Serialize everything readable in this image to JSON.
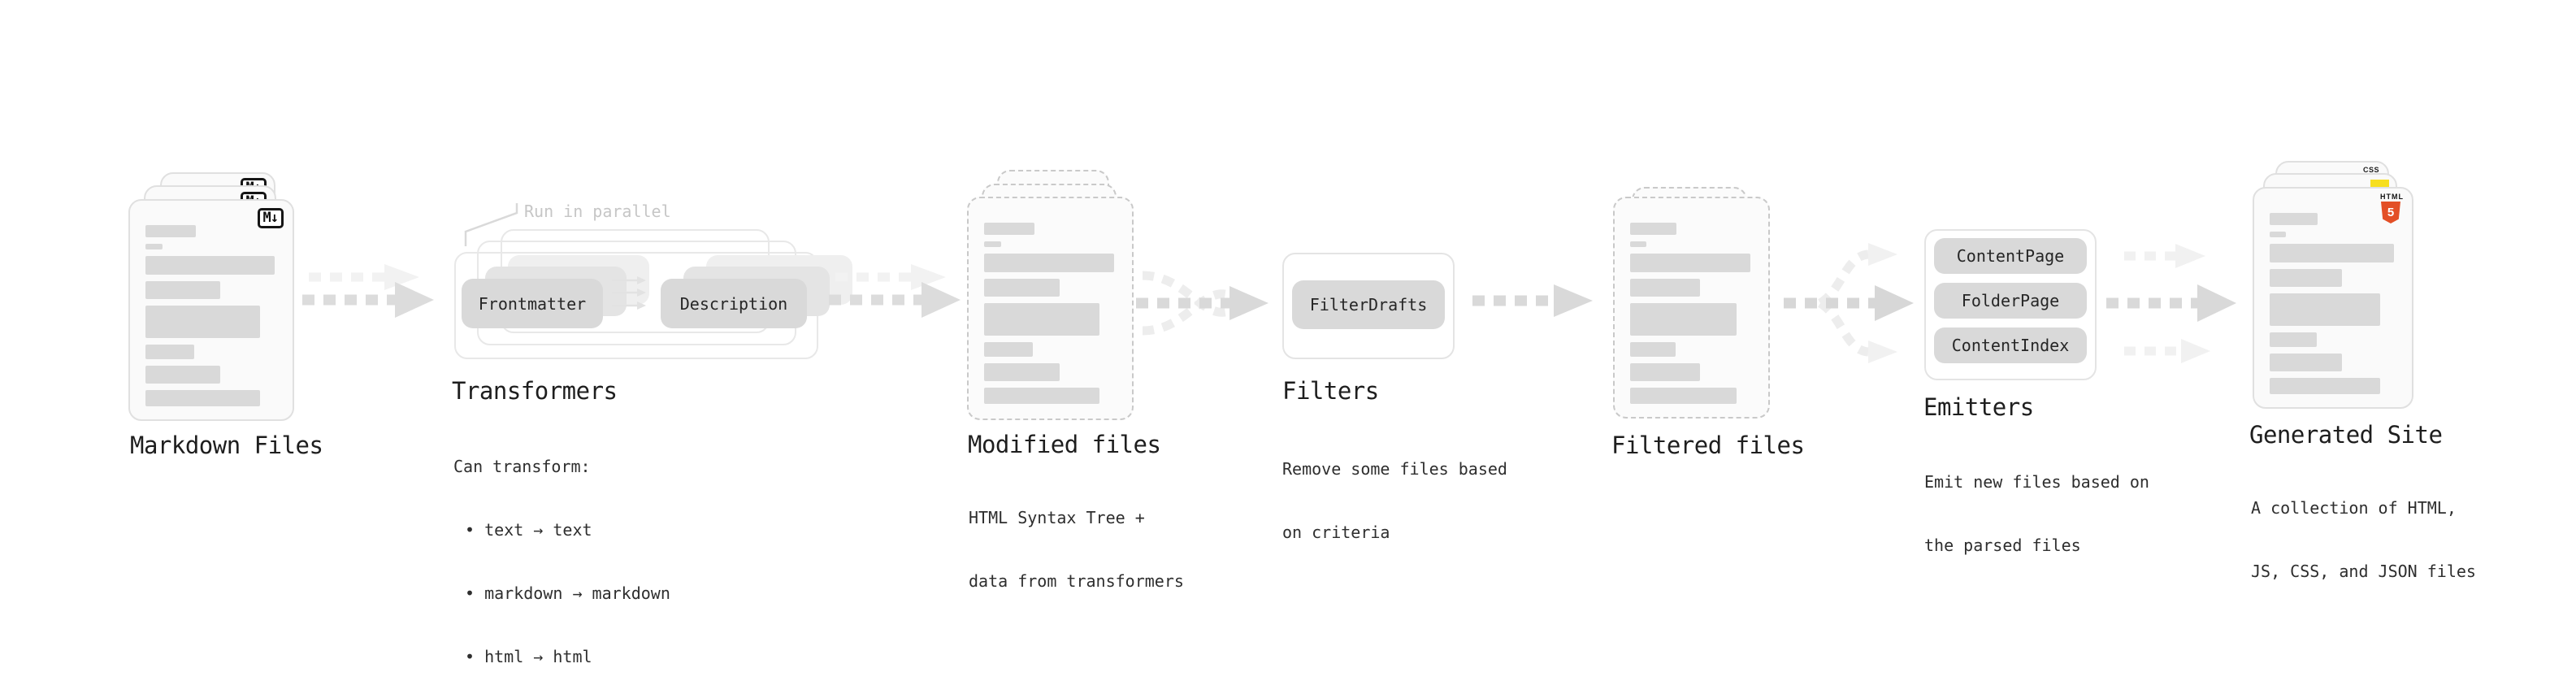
{
  "stages": {
    "markdown": {
      "title": "Markdown Files",
      "badge": "M↓"
    },
    "transformers": {
      "title": "Transformers",
      "annotation": "Run in parallel",
      "pill_frontmatter": "Frontmatter",
      "pill_description": "Description",
      "body": [
        "Can transform:",
        "• text → text",
        "• markdown → markdown",
        "• html → html"
      ]
    },
    "modified": {
      "title": "Modified files",
      "body": [
        "HTML Syntax Tree +",
        "data from transformers"
      ]
    },
    "filters": {
      "title": "Filters",
      "pill": "FilterDrafts",
      "body": [
        "Remove some files based",
        "on criteria"
      ]
    },
    "filtered": {
      "title": "Filtered files"
    },
    "emitters": {
      "title": "Emitters",
      "pills": [
        "ContentPage",
        "FolderPage",
        "ContentIndex"
      ],
      "body": [
        "Emit new files based on",
        "the parsed files"
      ]
    },
    "generated": {
      "title": "Generated Site",
      "badge_css": "CSS",
      "badge_html_label": "HTML",
      "badge_html_number": "5",
      "body": [
        "A collection of HTML,",
        "JS, CSS, and JSON files"
      ]
    }
  },
  "colors": {
    "bar": "#d9d9d9",
    "pill": "#d9d9d9",
    "arrow": "#dcdcdc",
    "arrow_light": "#f1f1f1",
    "html5_orange": "#e34f26",
    "js_yellow": "#f7df1e",
    "css_blue": "#2965f1"
  }
}
